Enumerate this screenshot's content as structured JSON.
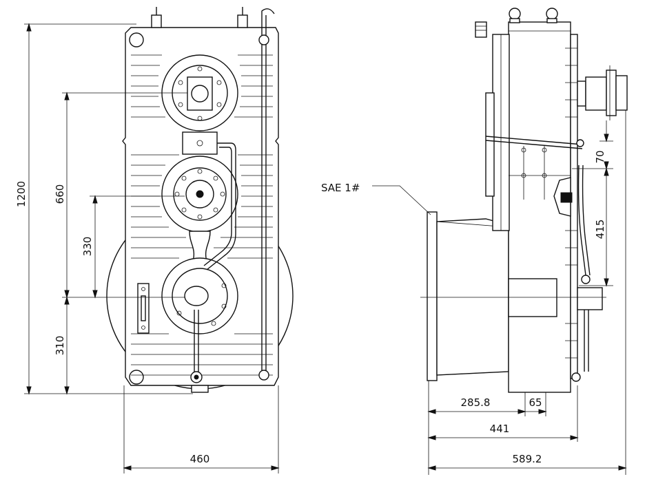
{
  "front_view": {
    "dim_total_height": "1200",
    "dim_upper_span": "660",
    "dim_mid_span": "330",
    "dim_lower_span": "310",
    "dim_width": "460"
  },
  "side_view": {
    "label_sae": "SAE 1#",
    "dim_top_offset": "70",
    "dim_shaft_span": "415",
    "dim_partial": "285.8",
    "dim_small": "65",
    "dim_mid_width": "441",
    "dim_overall_width": "589.2"
  }
}
